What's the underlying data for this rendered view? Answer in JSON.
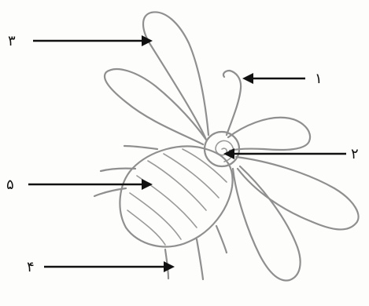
{
  "labels": {
    "label_1": "۱",
    "label_2": "۲",
    "label_3": "۳",
    "label_4": "۴",
    "label_5": "۵"
  }
}
